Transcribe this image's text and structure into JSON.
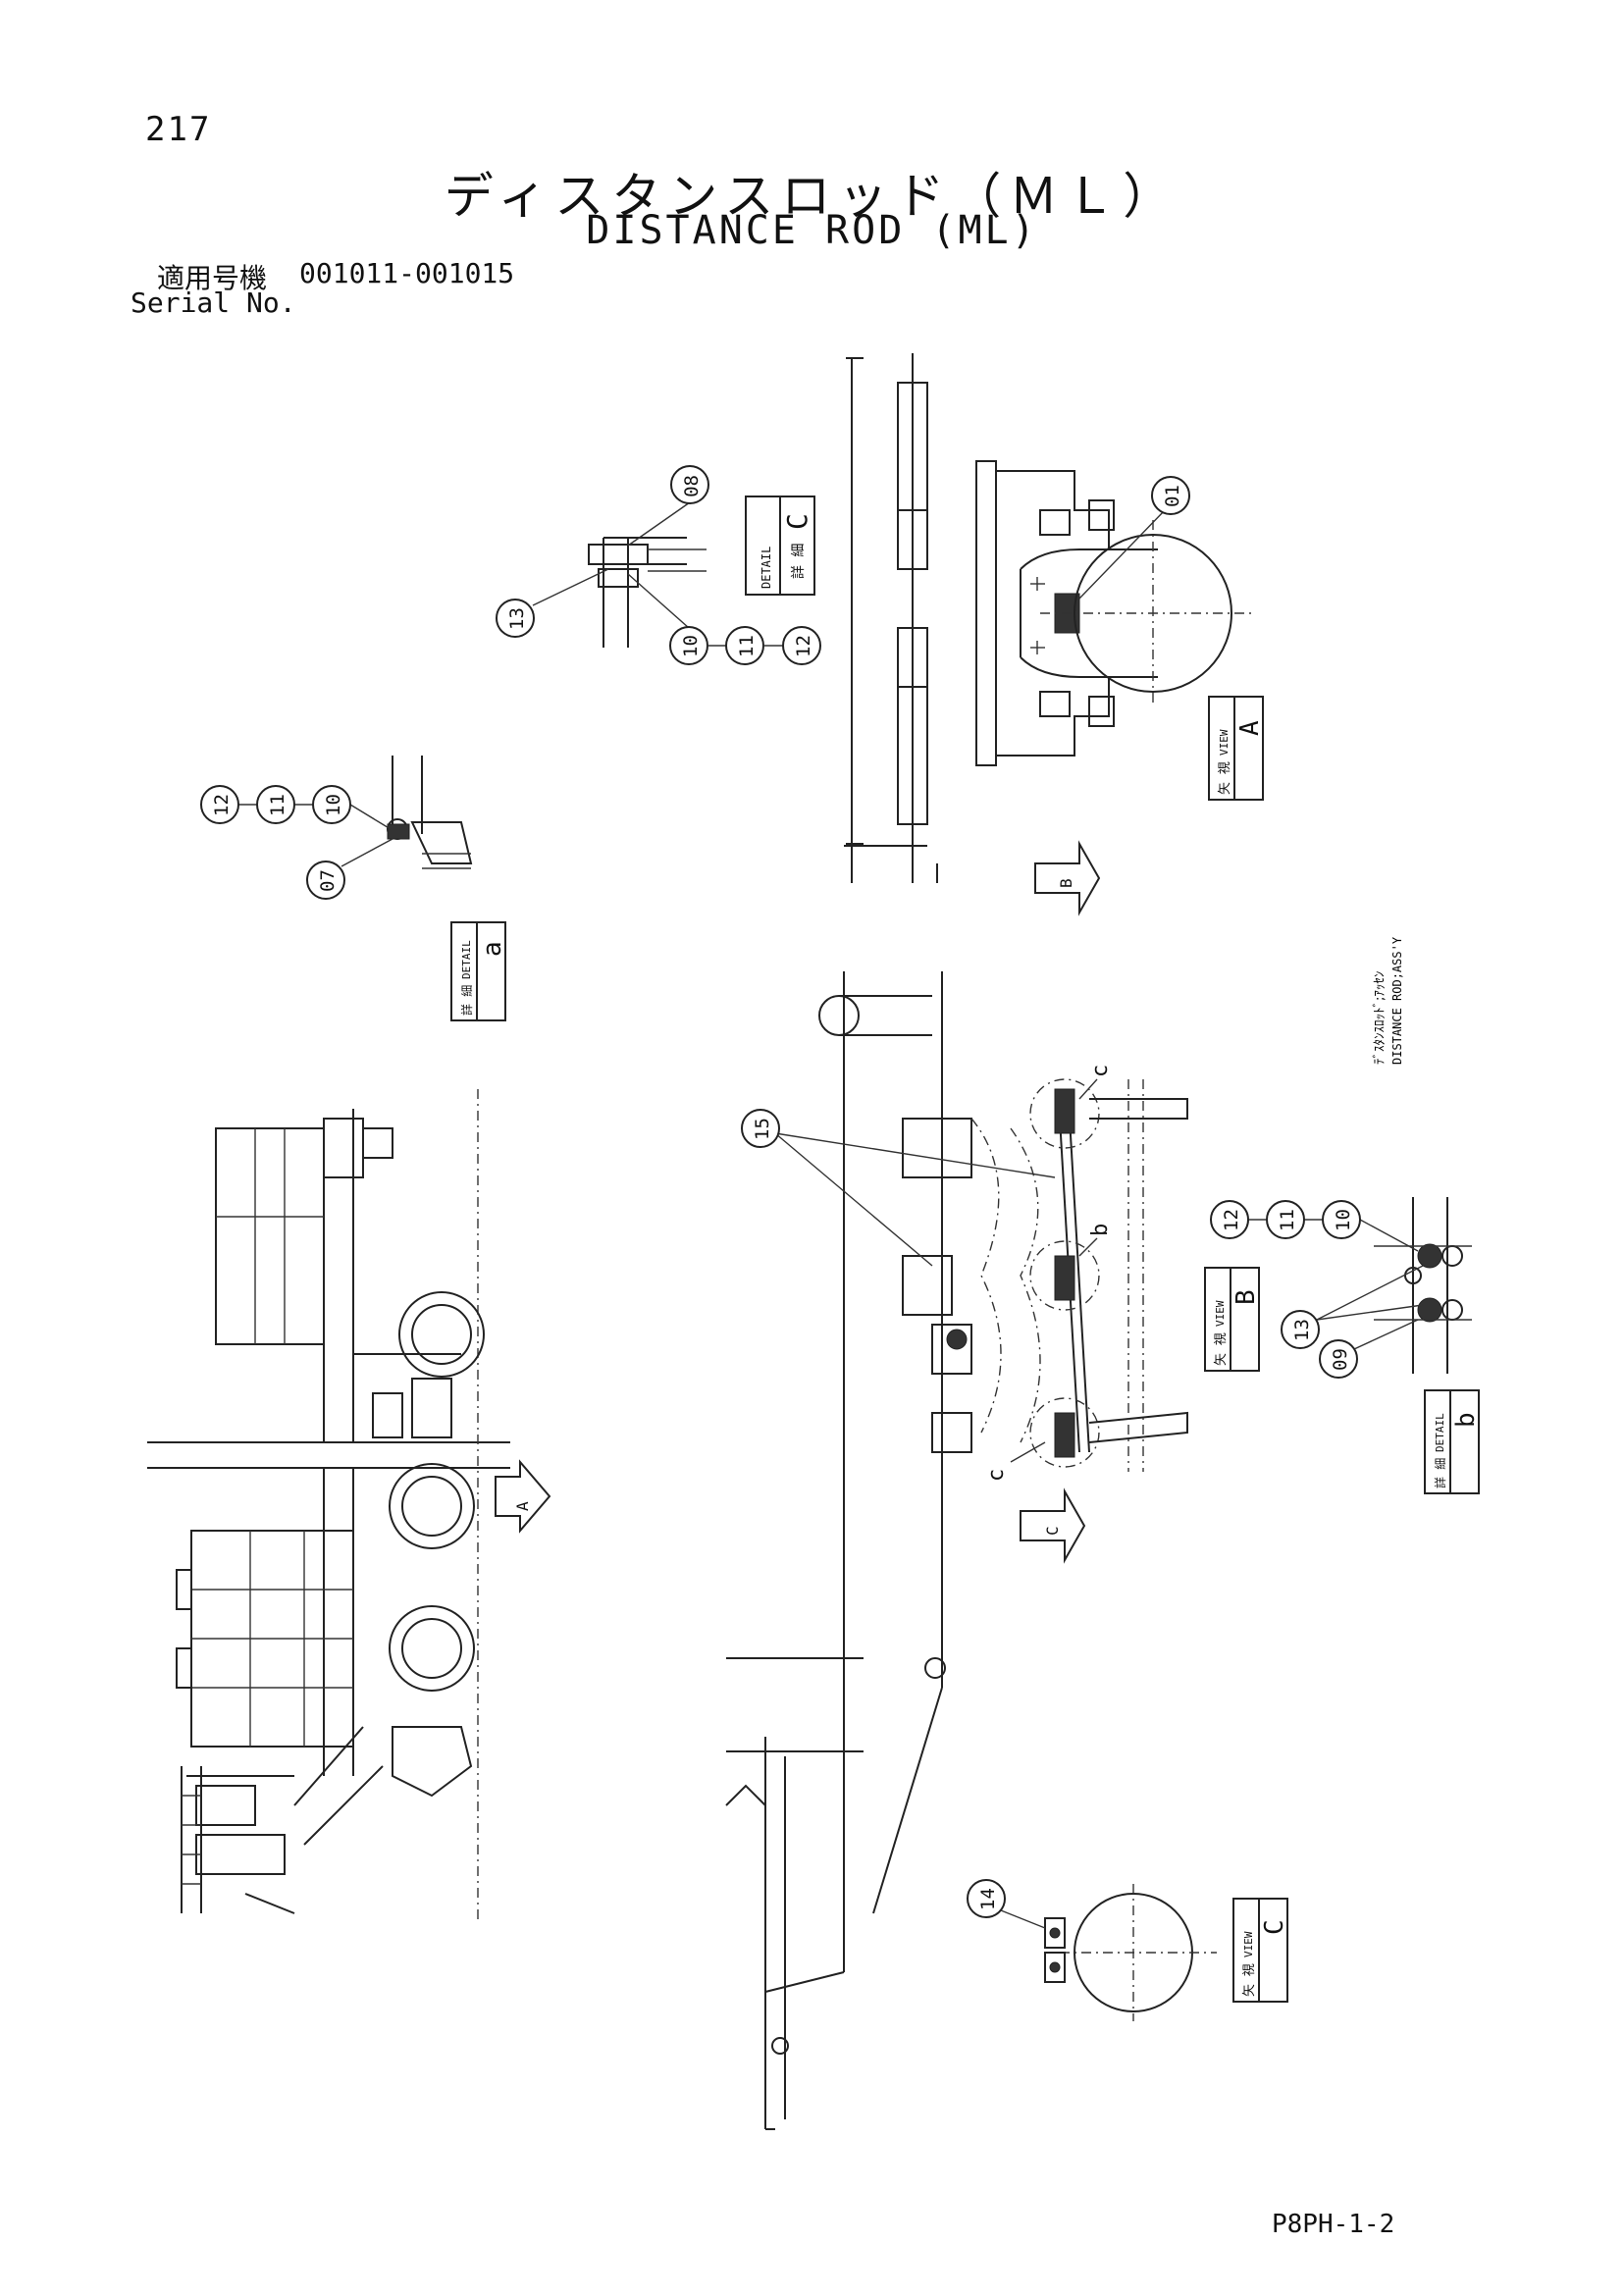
{
  "page_number": "217",
  "title_jp": "ディスタンスロッド（ＭＬ）",
  "title_en": "DISTANCE ROD (ML)",
  "serial": {
    "label_jp": "適用号機",
    "range": "001011-001015",
    "label_en": "Serial No."
  },
  "page_code": "P8PH-1-2",
  "side_note": {
    "jp": "ﾃﾞｽﾀﾝｽﾛｯﾄﾞ;ｱｯｾﾝ",
    "en": "DISTANCE ROD;ASS'Y"
  },
  "detail_c": {
    "tag": {
      "top": "詳 細",
      "bottom": "DETAIL",
      "letter": "C"
    },
    "balloons": [
      "08",
      "13",
      "10",
      "11",
      "12"
    ]
  },
  "view_a": {
    "tag": {
      "top": "矢 視",
      "bottom": "VIEW",
      "letter": "A"
    },
    "balloons": [
      "01"
    ],
    "arrow_letter": "B"
  },
  "detail_a": {
    "tag": {
      "top": "詳 細",
      "bottom": "DETAIL",
      "letter": "a"
    },
    "balloons": [
      "12",
      "11",
      "10",
      "07"
    ]
  },
  "main_view": {
    "balloons": [
      "15"
    ],
    "labels": [
      "c",
      "b",
      "c"
    ],
    "arrow_letter": "C",
    "truck_arrow_letter": "A"
  },
  "view_b": {
    "tag": {
      "top": "矢 視",
      "bottom": "VIEW",
      "letter": "B"
    }
  },
  "detail_b": {
    "tag": {
      "top": "詳 細",
      "bottom": "DETAIL",
      "letter": "b"
    },
    "balloons": [
      "12",
      "11",
      "10",
      "13",
      "09"
    ]
  },
  "view_c": {
    "tag": {
      "top": "矢 視",
      "bottom": "VIEW",
      "letter": "C"
    },
    "balloons": [
      "14"
    ]
  }
}
